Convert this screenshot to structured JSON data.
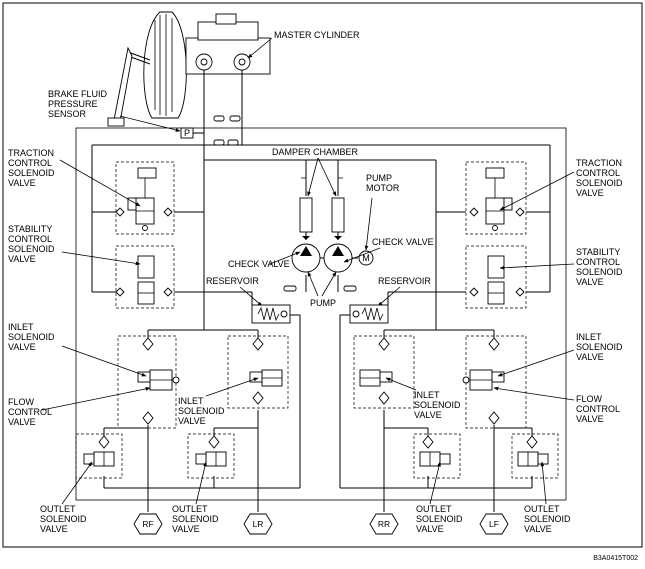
{
  "labels": {
    "master_cylinder": "MASTER CYLINDER",
    "brake_fluid_pressure_sensor": [
      "BRAKE FLUID",
      "PRESSURE",
      "SENSOR"
    ],
    "damper_chamber": "DAMPER CHAMBER",
    "pump_motor": [
      "PUMP",
      "MOTOR"
    ],
    "check_valve_left": "CHECK VALVE",
    "check_valve_right": "CHECK VALVE",
    "reservoir_left": "RESERVOIR",
    "reservoir_right": "RESERVOIR",
    "pump": "PUMP",
    "traction_left": [
      "TRACTION",
      "CONTROL",
      "SOLENOID",
      "VALVE"
    ],
    "traction_right": [
      "TRACTION",
      "CONTROL",
      "SOLENOID",
      "VALVE"
    ],
    "stability_left": [
      "STABILITY",
      "CONTROL",
      "SOLENOID",
      "VALVE"
    ],
    "stability_right": [
      "STABILITY",
      "CONTROL",
      "SOLENOID",
      "VALVE"
    ],
    "inlet_outer_left": [
      "INLET",
      "SOLENOID",
      "VALVE"
    ],
    "inlet_inner_left": [
      "INLET",
      "SOLENOID",
      "VALVE"
    ],
    "inlet_inner_right": [
      "INLET",
      "SOLENOID",
      "VALVE"
    ],
    "inlet_outer_right": [
      "INLET",
      "SOLENOID",
      "VALVE"
    ],
    "flow_left": [
      "FLOW",
      "CONTROL",
      "VALVE"
    ],
    "flow_right": [
      "FLOW",
      "CONTROL",
      "VALVE"
    ],
    "outlet_1": [
      "OUTLET",
      "SOLENOID",
      "VALVE"
    ],
    "outlet_2": [
      "OUTLET",
      "SOLENOID",
      "VALVE"
    ],
    "outlet_3": [
      "OUTLET",
      "SOLENOID",
      "VALVE"
    ],
    "outlet_4": [
      "OUTLET",
      "SOLENOID",
      "VALVE"
    ]
  },
  "ports": {
    "rf": "RF",
    "lr": "LR",
    "rr": "RR",
    "lf": "LF"
  },
  "symbols": {
    "pressure_sensor": "P",
    "motor": "M"
  },
  "figure_code": "B3A0415T002"
}
